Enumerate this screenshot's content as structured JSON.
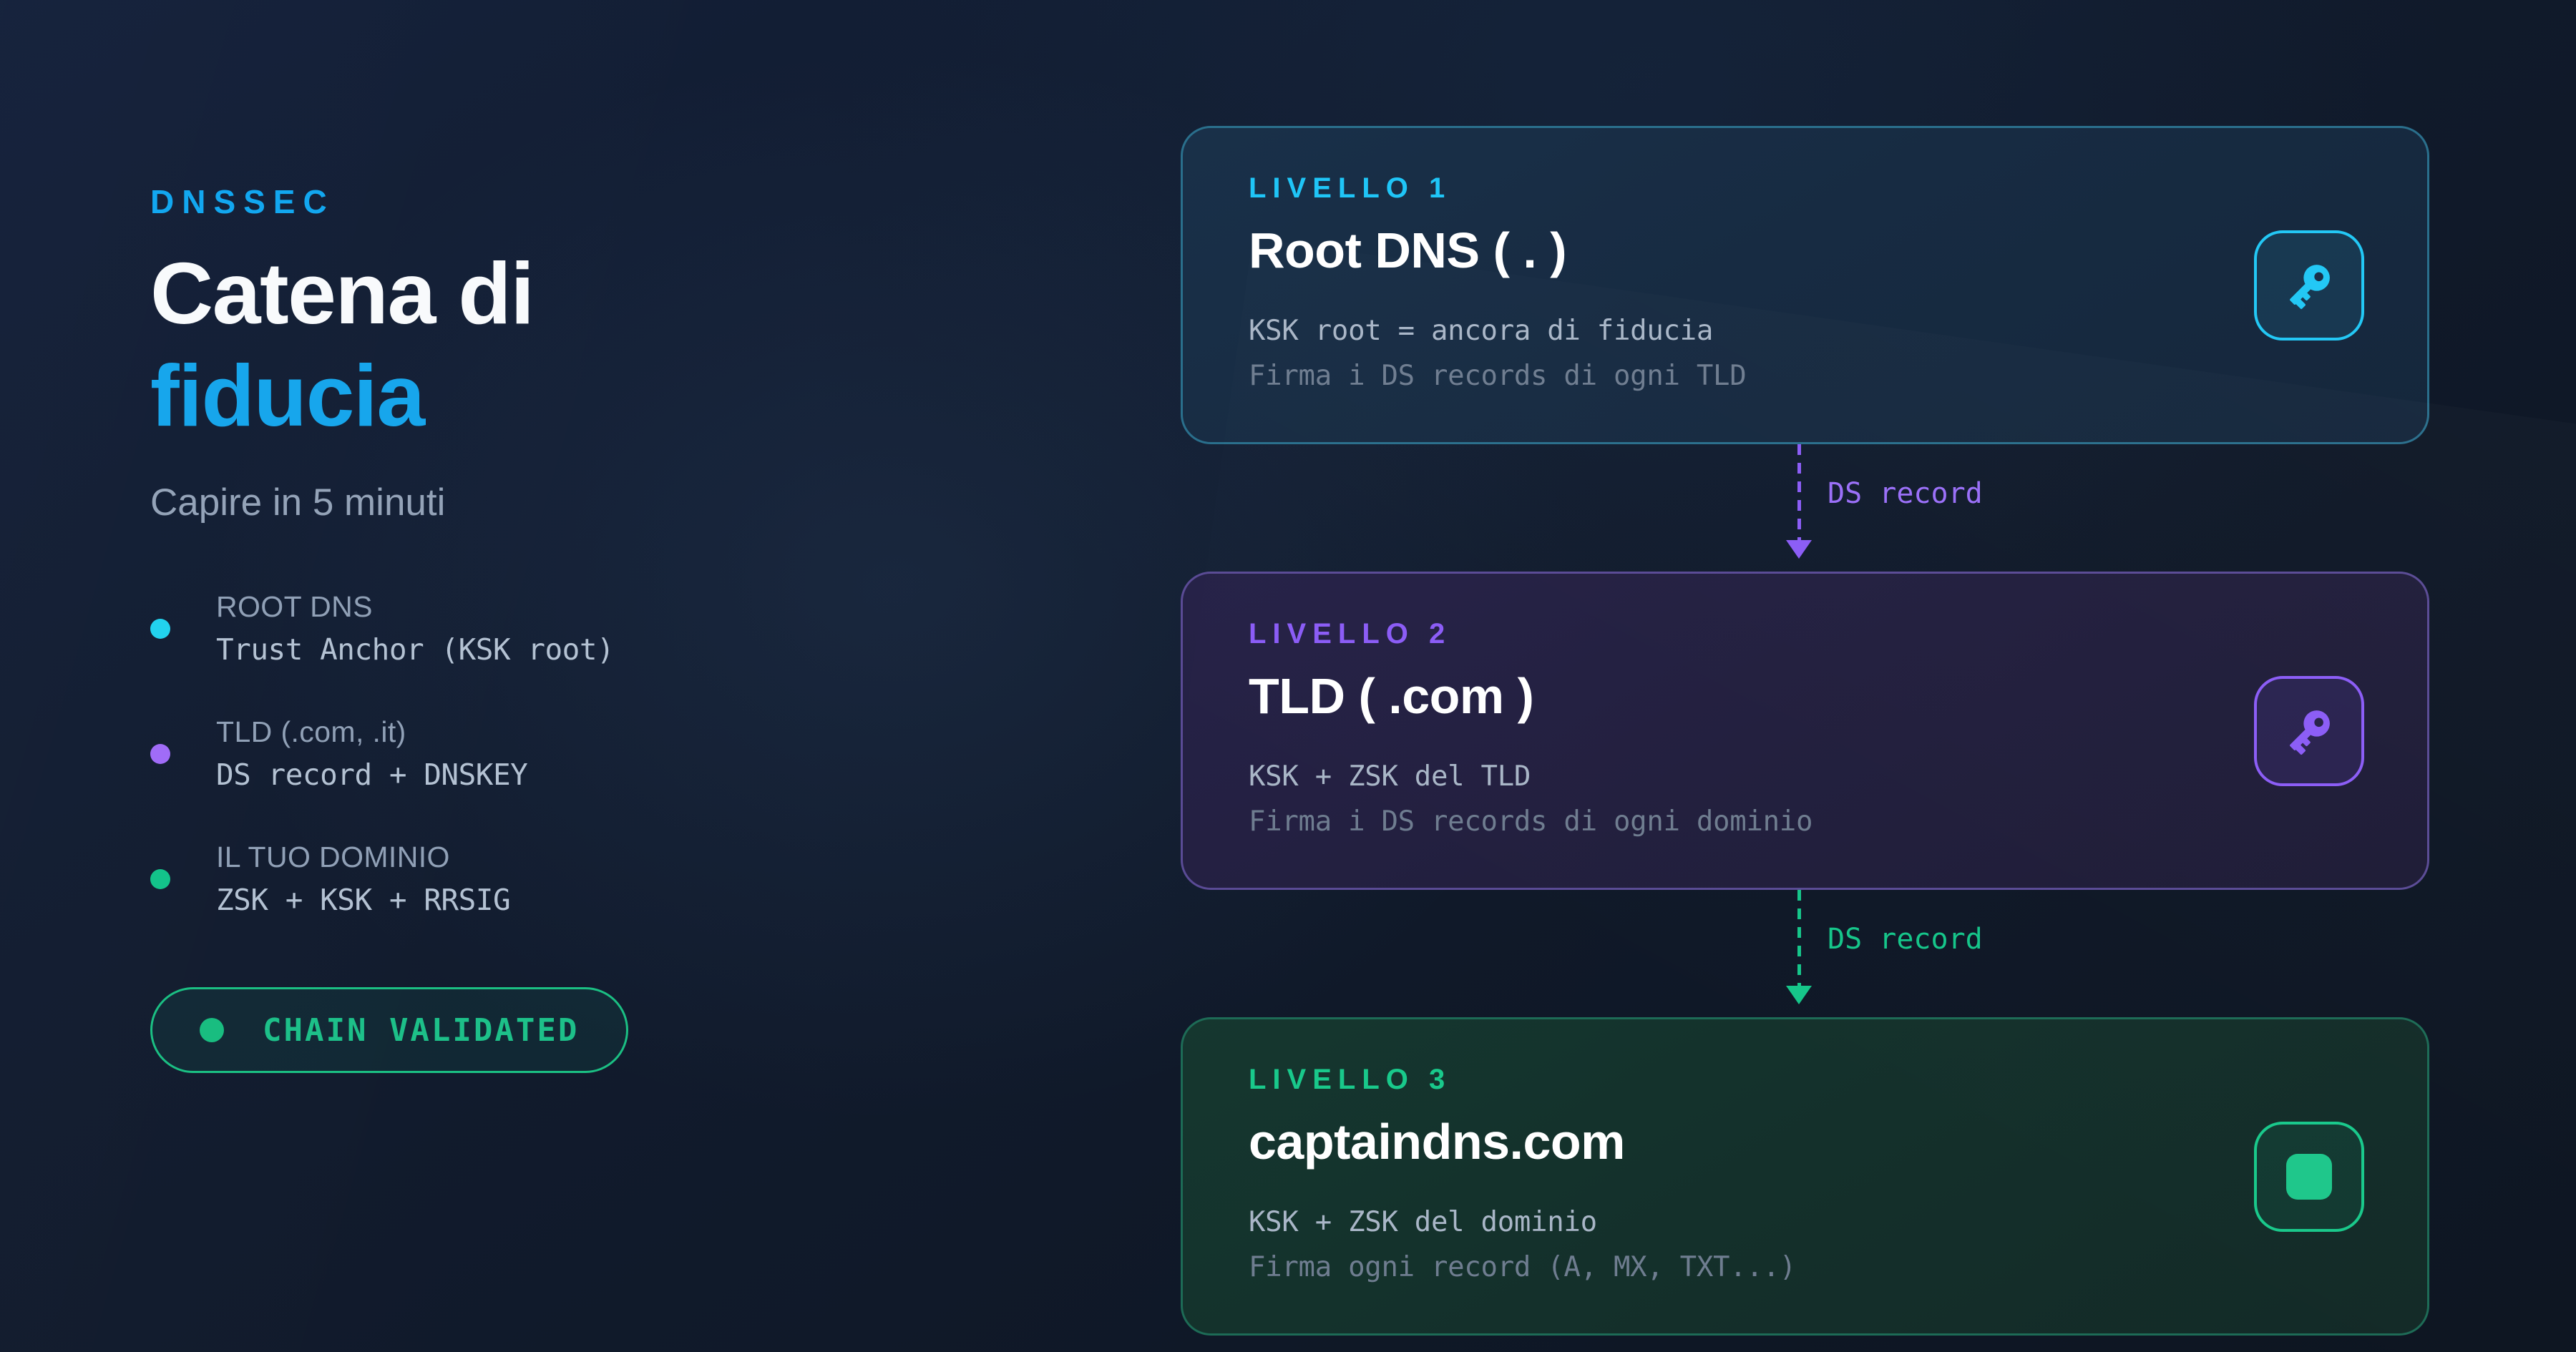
{
  "hero": {
    "eyebrow": "DNSSEC",
    "title_line1": "Catena di",
    "title_line2": "fiducia",
    "subtitle": "Capire in 5 minuti"
  },
  "bullets": [
    {
      "dot_color": "#22d3ee",
      "title": "ROOT DNS",
      "sub": "Trust Anchor (KSK root)"
    },
    {
      "dot_color": "#a06cf7",
      "title": "TLD (.com, .it)",
      "sub": "DS record + DNSKEY"
    },
    {
      "dot_color": "#13c38a",
      "title": "IL TUO DOMINIO",
      "sub": "ZSK + KSK + RRSIG"
    }
  ],
  "badge": {
    "label": "CHAIN VALIDATED",
    "dot_color": "#19bd80",
    "border_color": "#1bbf83"
  },
  "cards": [
    {
      "level": "LIVELLO 1",
      "name": "Root DNS ( . )",
      "line1": "KSK root = ancora di fiducia",
      "line2": "Firma i DS records di ogni TLD",
      "icon": "key-icon",
      "accent": "#1fc5f7"
    },
    {
      "level": "LIVELLO 2",
      "name": "TLD ( .com )",
      "line1": "KSK + ZSK del TLD",
      "line2": "Firma i DS records di ogni dominio",
      "icon": "key-icon",
      "accent": "#8b5cf6"
    },
    {
      "level": "LIVELLO 3",
      "name": "captaindns.com",
      "line1": "KSK + ZSK del dominio",
      "line2": "Firma ogni record (A, MX, TXT...)",
      "icon": "rounded-square-icon",
      "accent": "#19c98b"
    }
  ],
  "connectors": [
    {
      "label": "DS record",
      "color": "#9a6ff8"
    },
    {
      "label": "DS record",
      "color": "#15c68a"
    }
  ]
}
